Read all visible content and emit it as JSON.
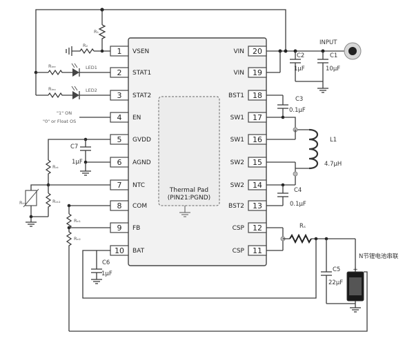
{
  "ic": {
    "pins_left": [
      {
        "num": "1",
        "name": "VSEN"
      },
      {
        "num": "2",
        "name": "STAT1"
      },
      {
        "num": "3",
        "name": "STAT2"
      },
      {
        "num": "4",
        "name": "EN"
      },
      {
        "num": "5",
        "name": "GVDD"
      },
      {
        "num": "6",
        "name": "AGND"
      },
      {
        "num": "7",
        "name": "NTC"
      },
      {
        "num": "8",
        "name": "COM"
      },
      {
        "num": "9",
        "name": "FB"
      },
      {
        "num": "10",
        "name": "BAT"
      }
    ],
    "pins_right": [
      {
        "num": "20",
        "name": "VIN"
      },
      {
        "num": "19",
        "name": "VIN"
      },
      {
        "num": "18",
        "name": "BST1"
      },
      {
        "num": "17",
        "name": "SW1"
      },
      {
        "num": "16",
        "name": "SW1"
      },
      {
        "num": "15",
        "name": "SW2"
      },
      {
        "num": "14",
        "name": "SW2"
      },
      {
        "num": "13",
        "name": "BST2"
      },
      {
        "num": "12",
        "name": "CSP"
      },
      {
        "num": "11",
        "name": "CSP"
      }
    ],
    "thermal_pad": {
      "line1": "Thermal Pad",
      "line2": "(PIN21:PGND)"
    }
  },
  "components": {
    "input_label": "INPUT",
    "c1": {
      "name": "C1",
      "value": "10µF"
    },
    "c2": {
      "name": "C2",
      "value": "1µF"
    },
    "c3": {
      "name": "C3",
      "value": "0.1µF"
    },
    "c4": {
      "name": "C4",
      "value": "0.1µF"
    },
    "c5": {
      "name": "C5",
      "value": "22µF"
    },
    "c6": {
      "name": "C6",
      "value": "1µF"
    },
    "c7": {
      "name": "C7",
      "value": "1µF"
    },
    "l1": {
      "name": "L1",
      "value": "4.7µH"
    },
    "rs": {
      "name": "Rₛ"
    },
    "led1": "LED1",
    "led2": "LED2",
    "battery_label": "N节锂电池串联",
    "r_vsen_top": "R₁",
    "r_vsen_side": "R₂",
    "r_led1": "Rₗₑₑ",
    "r_led2": "Rₗₑₒ",
    "r_ntc_top": "Rₙₜ",
    "r_ntc_bot": "Rₙₜ₂",
    "r_ntc_therm": "Rₜₕ",
    "r_fb_top": "Rₑ₁",
    "r_fb_bot": "Rₑ₂",
    "en_note1": "\"1\" ON",
    "en_note2": "\"0\" or Float OS"
  }
}
